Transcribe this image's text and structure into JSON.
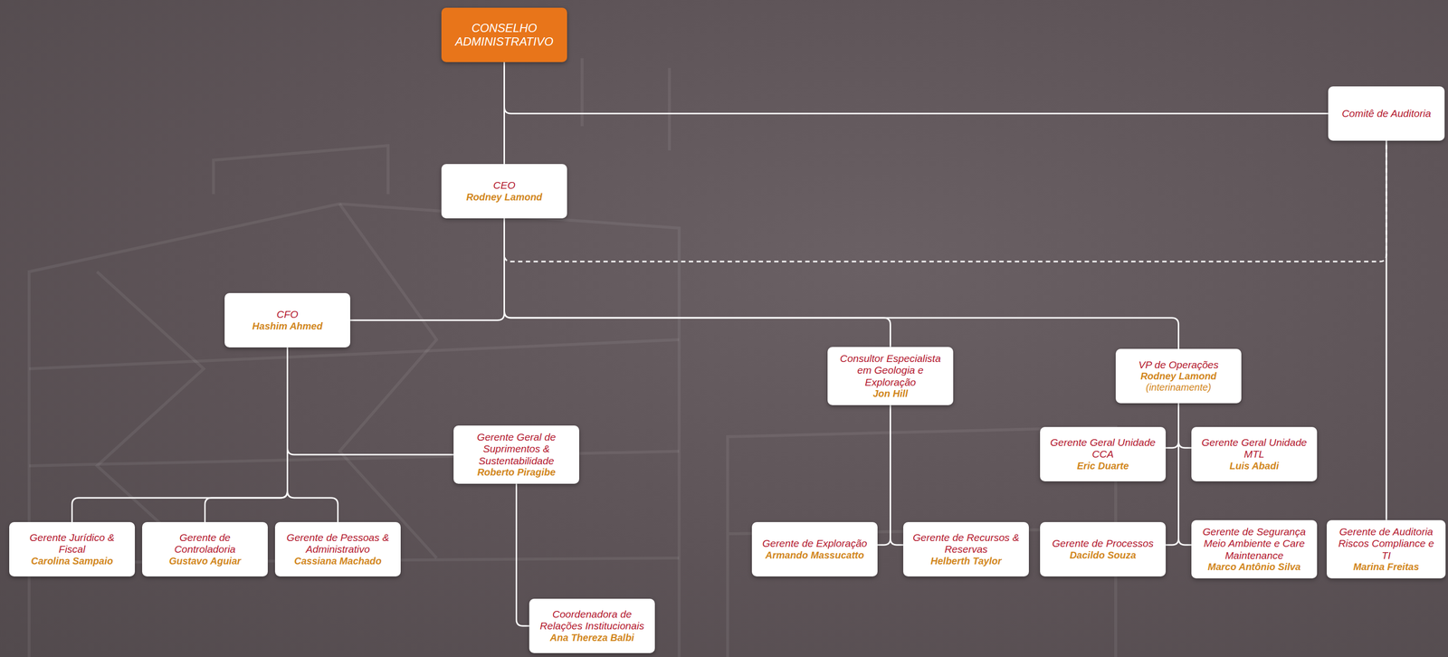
{
  "diagram": {
    "nodes": [
      {
        "text": [
          "CONSELHO ADMINISTRATIVO"
        ]
      },
      {
        "text": [
          "Comitê de Auditoria"
        ]
      },
      {
        "text": [
          "CEO",
          "Rodney Lamond"
        ]
      },
      {
        "text": [
          "CFO",
          "Hashim Ahmed"
        ]
      },
      {
        "text": [
          "Consultor Especialista em Geologia e Exploração",
          "Jon Hill"
        ]
      },
      {
        "text": [
          "VP de Operações",
          "Rodney Lamond",
          "(interinamente)"
        ]
      },
      {
        "text": [
          "Gerente Geral de Suprimentos & Sustentabilidade",
          "Roberto Piragibe"
        ]
      },
      {
        "text": [
          "Gerente Geral Unidade CCA",
          "Eric Duarte"
        ]
      },
      {
        "text": [
          "Gerente Geral Unidade MTL",
          "Luis Abadi"
        ]
      },
      {
        "text": [
          "Gerente Jurídico & Fiscal",
          "Carolina Sampaio"
        ]
      },
      {
        "text": [
          "Gerente de Controladoria",
          "Gustavo Aguiar"
        ]
      },
      {
        "text": [
          "Gerente de Pessoas & Administrativo",
          "Cassiana Machado"
        ]
      },
      {
        "text": [
          "Gerente de Exploração",
          "Armando Massucatto"
        ]
      },
      {
        "text": [
          "Gerente de Recursos & Reservas",
          "Helberth Taylor"
        ]
      },
      {
        "text": [
          "Gerente de Processos",
          "Dacildo Souza"
        ]
      },
      {
        "text": [
          "Gerente de Segurança Meio Ambiente e Care Maintenance",
          "Marco Antônio Silva"
        ]
      },
      {
        "text": [
          "Gerente de Auditoria Riscos Compliance e TI",
          "Marina Freitas"
        ]
      },
      {
        "text": [
          "Coordenadora de Relações Institucionais",
          "Ana Thereza Balbi"
        ]
      }
    ],
    "edges": [
      {
        "from": 0,
        "to": 2,
        "arrow": "none"
      },
      {
        "from": 0,
        "to": 1,
        "arrow": "none"
      },
      {
        "from": 1,
        "to": 16,
        "arrow": "none"
      },
      {
        "from": 2,
        "to": 3,
        "arrow": "none"
      },
      {
        "from": 2,
        "to": 4,
        "arrow": "none"
      },
      {
        "from": 2,
        "to": 5,
        "arrow": "none"
      },
      {
        "from": 2,
        "to": 1,
        "arrow": "none"
      },
      {
        "from": 3,
        "to": 6,
        "arrow": "none"
      },
      {
        "from": 3,
        "to": 9,
        "arrow": "none"
      },
      {
        "from": 3,
        "to": 10,
        "arrow": "none"
      },
      {
        "from": 3,
        "to": 11,
        "arrow": "none"
      },
      {
        "from": 6,
        "to": 17,
        "arrow": "none"
      },
      {
        "from": 4,
        "to": 12,
        "arrow": "none"
      },
      {
        "from": 4,
        "to": 13,
        "arrow": "none"
      },
      {
        "from": 5,
        "to": 7,
        "arrow": "none"
      },
      {
        "from": 5,
        "to": 8,
        "arrow": "none"
      },
      {
        "from": 5,
        "to": 14,
        "arrow": "none"
      },
      {
        "from": 5,
        "to": 15,
        "arrow": "none"
      }
    ]
  }
}
